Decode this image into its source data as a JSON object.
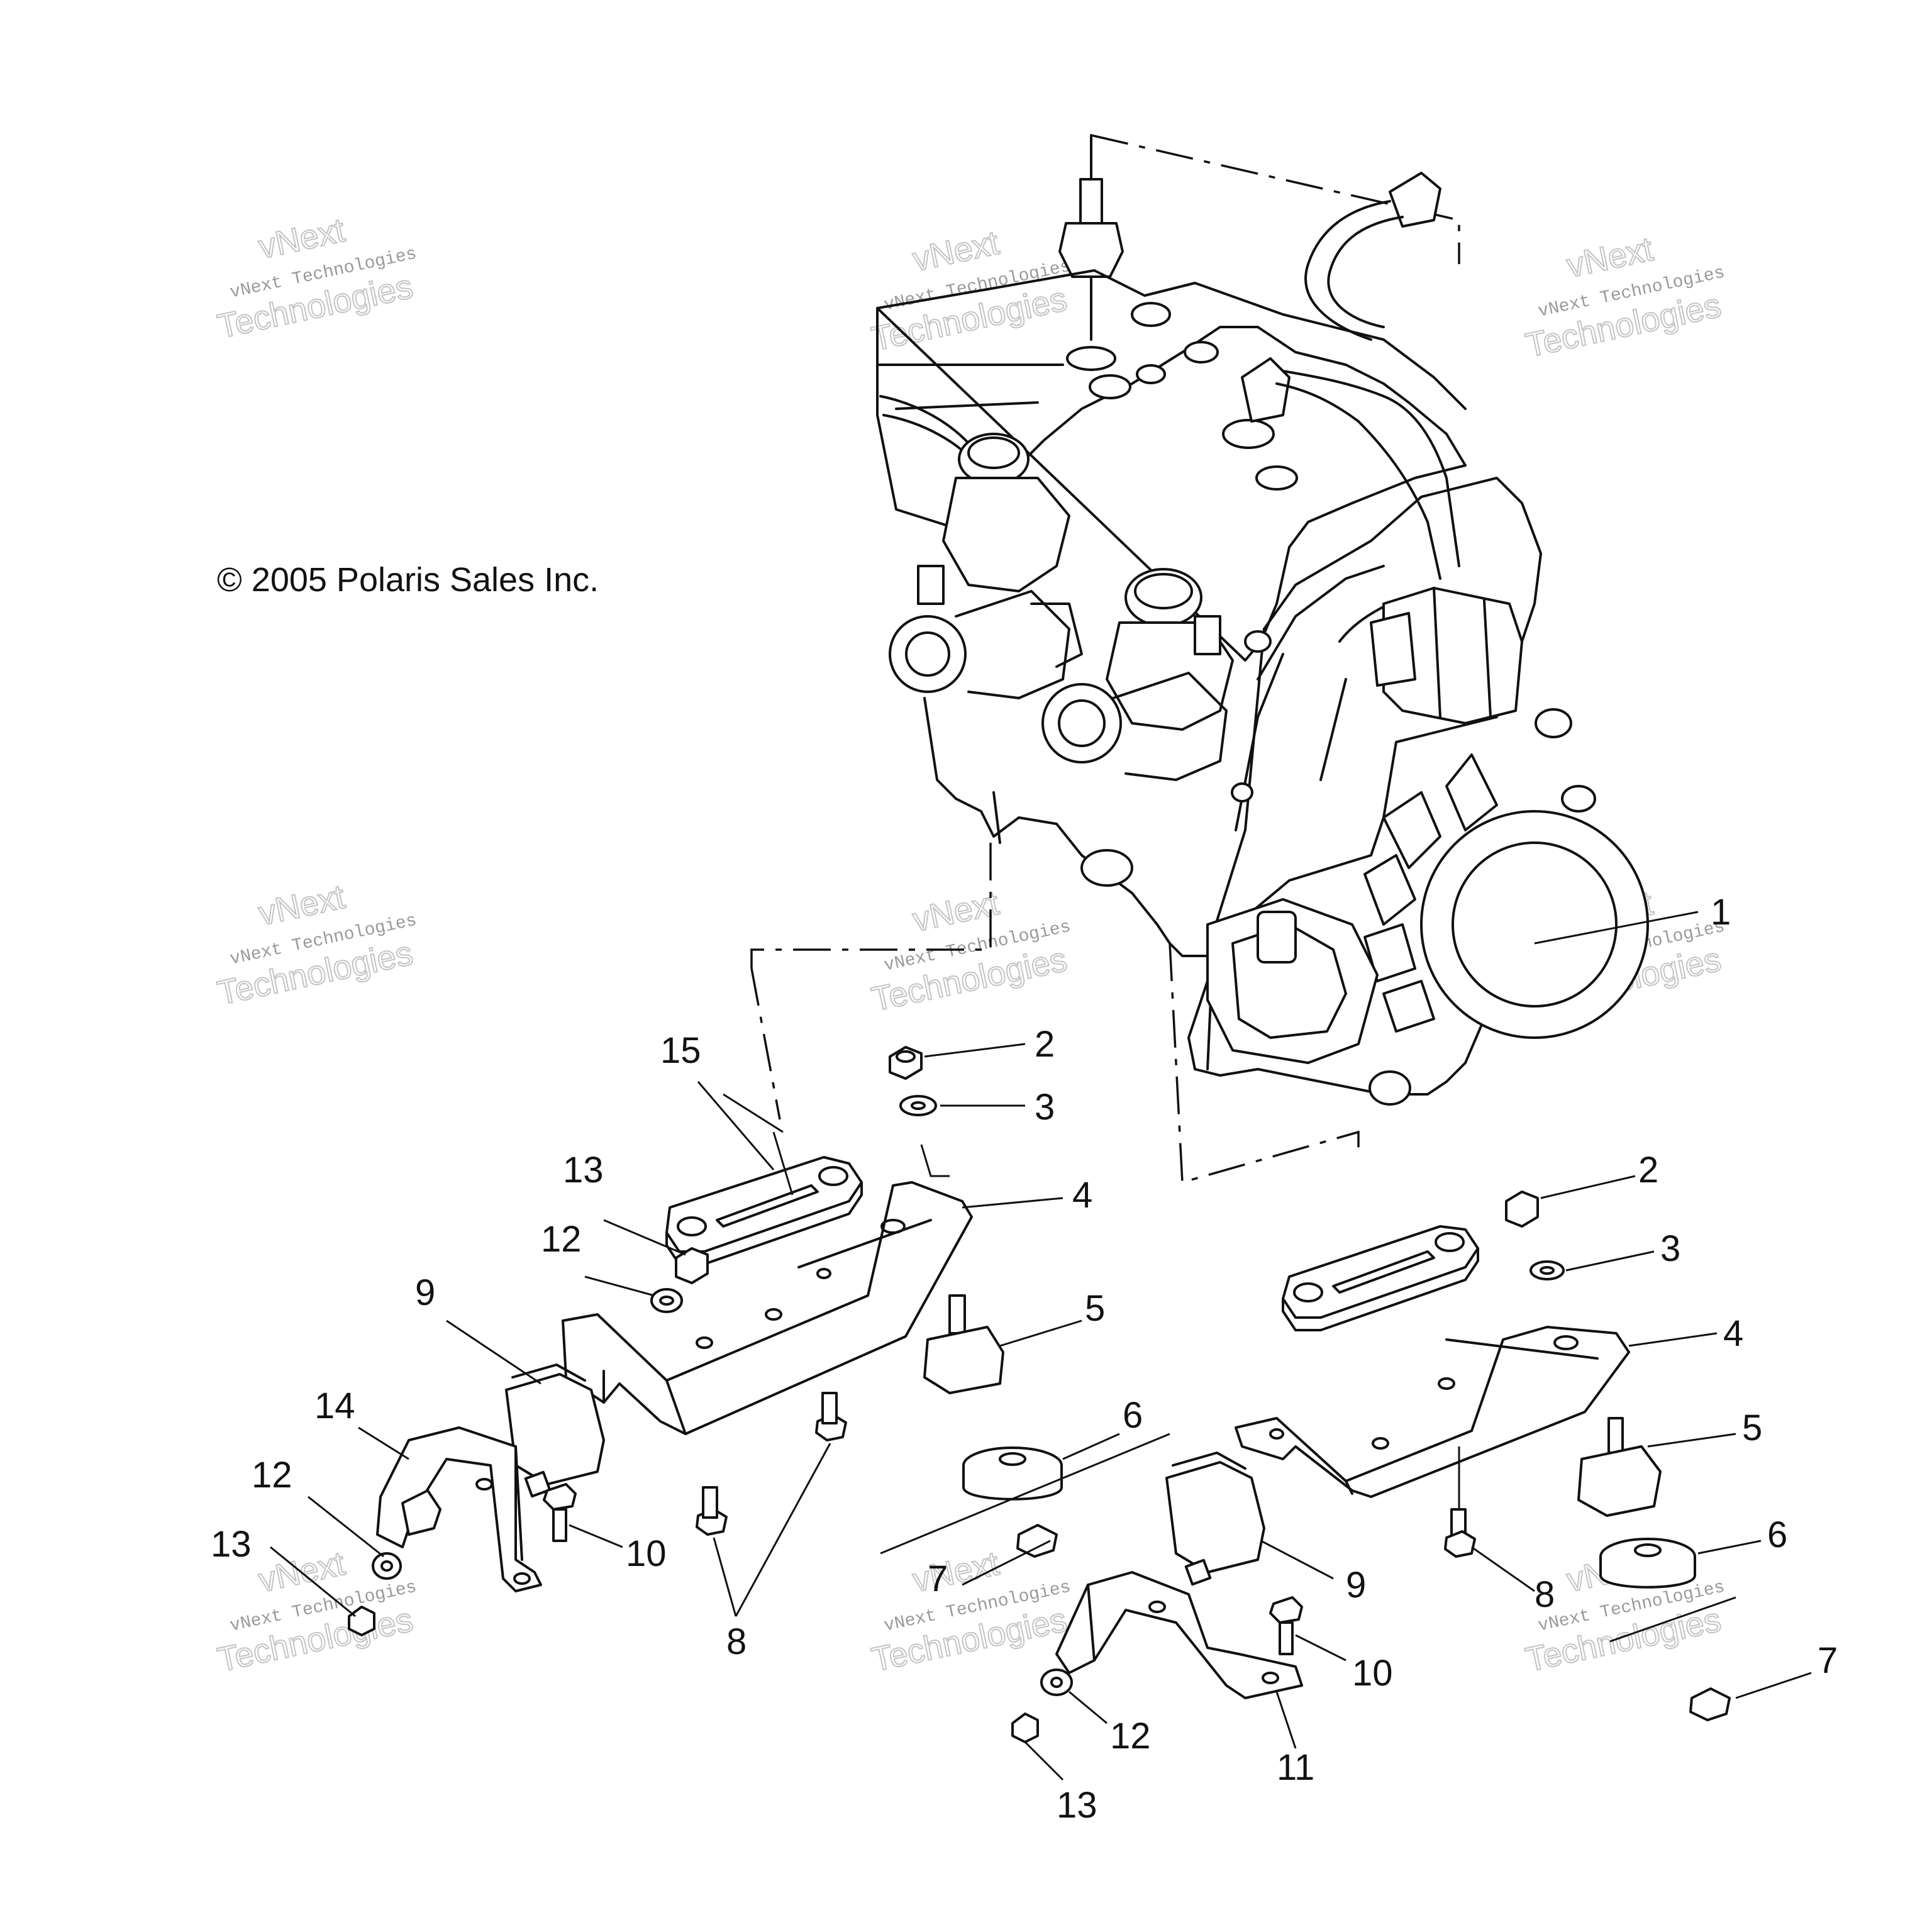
{
  "copyright": "© 2005 Polaris Sales Inc.",
  "watermark": {
    "line1": "vNext",
    "line2": "vNext Technologies",
    "line3": "Technologies"
  },
  "callouts": [
    {
      "id": "c1",
      "text": "1"
    },
    {
      "id": "c2a",
      "text": "2"
    },
    {
      "id": "c3a",
      "text": "3"
    },
    {
      "id": "c4a",
      "text": "4"
    },
    {
      "id": "c5a",
      "text": "5"
    },
    {
      "id": "c6a",
      "text": "6"
    },
    {
      "id": "c2b",
      "text": "2"
    },
    {
      "id": "c3b",
      "text": "3"
    },
    {
      "id": "c4b",
      "text": "4"
    },
    {
      "id": "c5b",
      "text": "5"
    },
    {
      "id": "c6b",
      "text": "6"
    },
    {
      "id": "c7a",
      "text": "7"
    },
    {
      "id": "c7b",
      "text": "7"
    },
    {
      "id": "c8a",
      "text": "8"
    },
    {
      "id": "c8b",
      "text": "8"
    },
    {
      "id": "c9a",
      "text": "9"
    },
    {
      "id": "c9b",
      "text": "9"
    },
    {
      "id": "c10a",
      "text": "10"
    },
    {
      "id": "c10b",
      "text": "10"
    },
    {
      "id": "c11",
      "text": "11"
    },
    {
      "id": "c12a",
      "text": "12"
    },
    {
      "id": "c12b",
      "text": "12"
    },
    {
      "id": "c12c",
      "text": "12"
    },
    {
      "id": "c13a",
      "text": "13"
    },
    {
      "id": "c13b",
      "text": "13"
    },
    {
      "id": "c13c",
      "text": "13"
    },
    {
      "id": "c14",
      "text": "14"
    },
    {
      "id": "c15",
      "text": "15"
    }
  ]
}
